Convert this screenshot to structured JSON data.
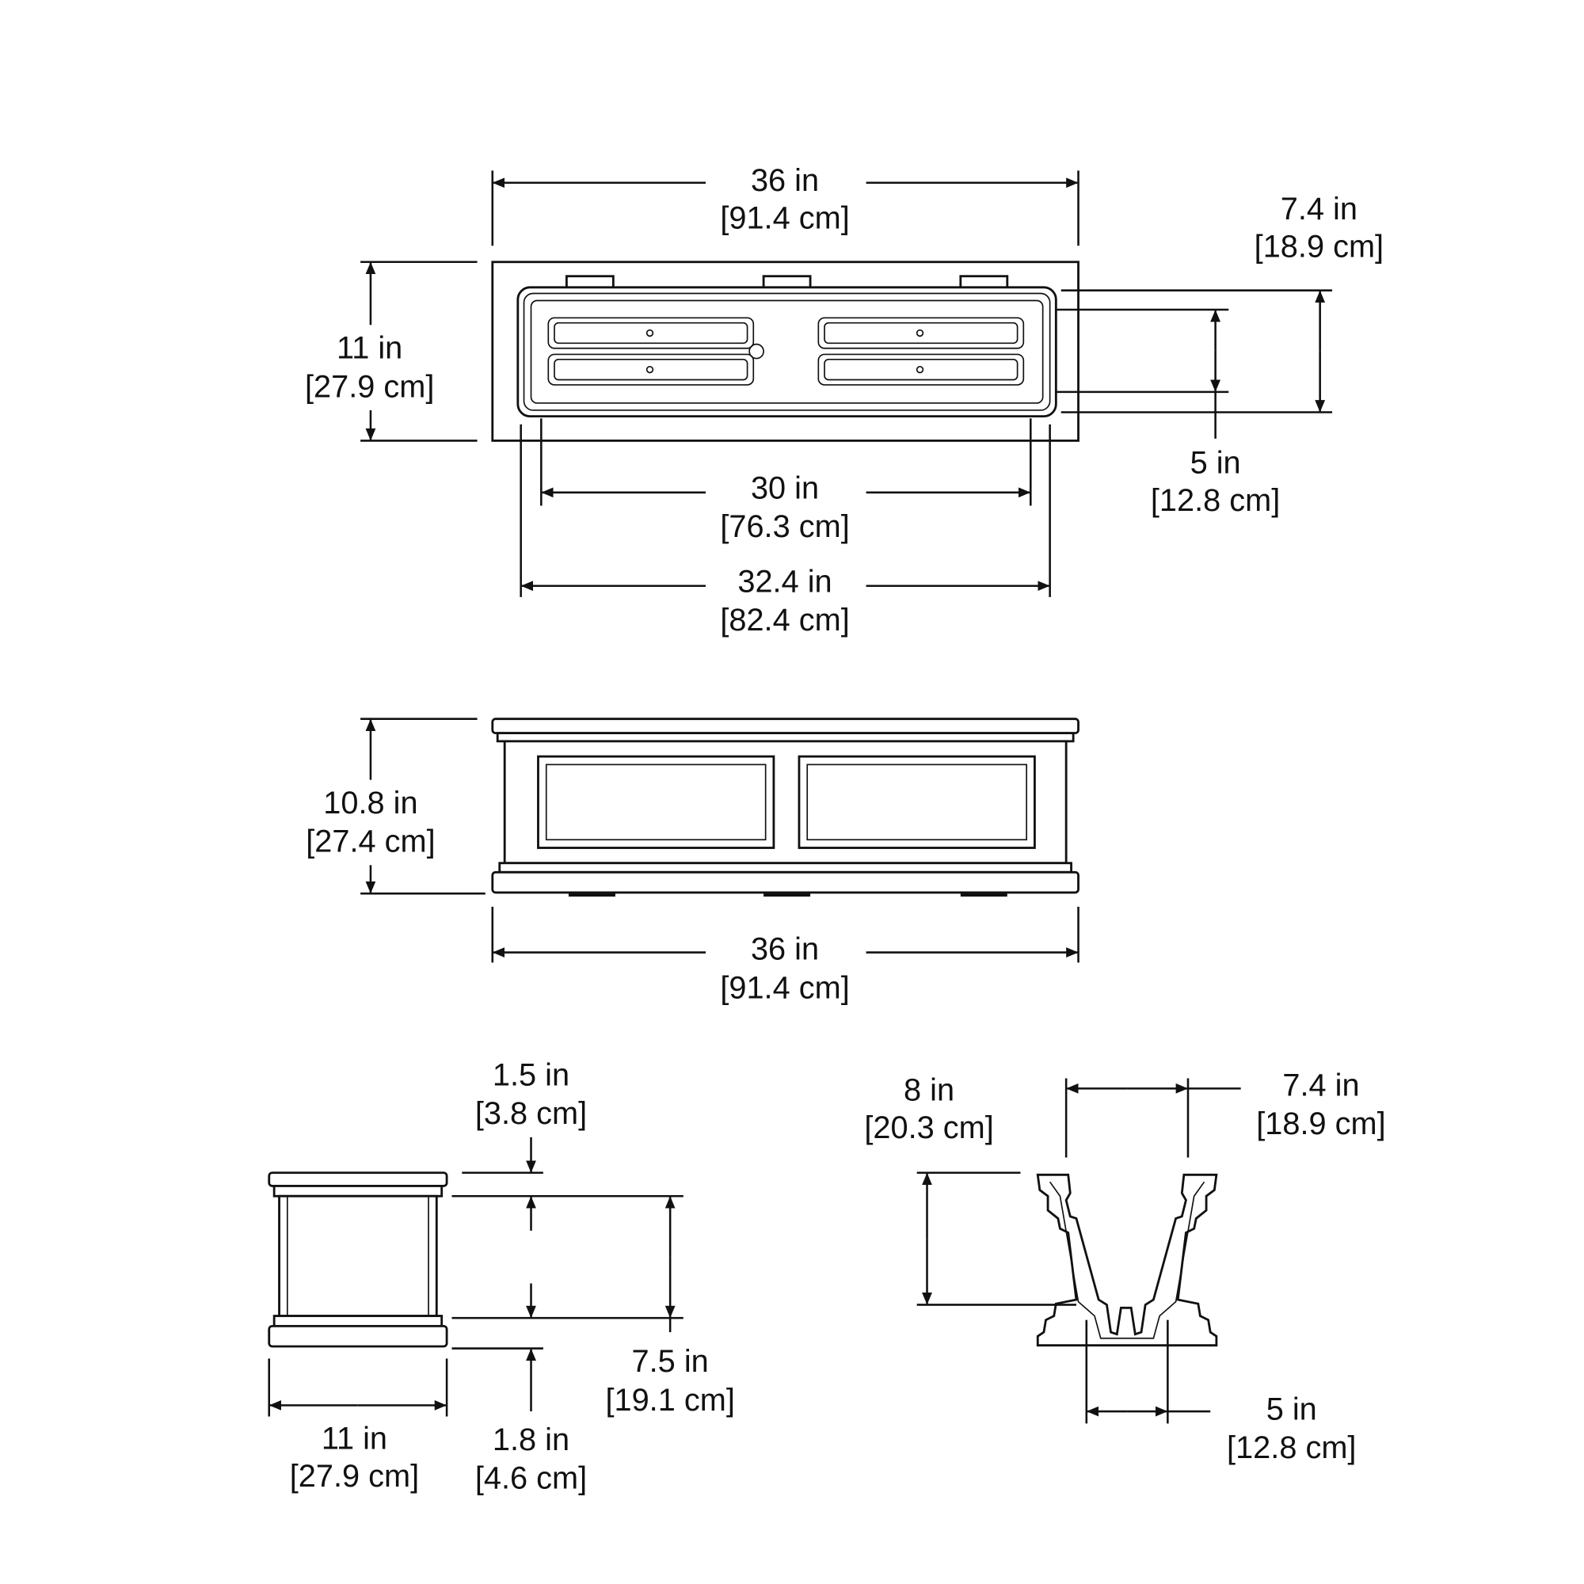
{
  "top_view": {
    "overall_length": {
      "in": "36 in",
      "cm": "[91.4 cm]"
    },
    "overall_width": {
      "in": "11 in",
      "cm": "[27.9 cm]"
    },
    "inner_top_width": {
      "in": "7.4 in",
      "cm": "[18.9 cm]"
    },
    "inner_bottom_width": {
      "in": "5 in",
      "cm": "[12.8 cm]"
    },
    "inner_bottom_length": {
      "in": "30 in",
      "cm": "[76.3 cm]"
    },
    "inner_top_length": {
      "in": "32.4 in",
      "cm": "[82.4 cm]"
    }
  },
  "front_view": {
    "height": {
      "in": "10.8 in",
      "cm": "[27.4 cm]"
    },
    "length": {
      "in": "36 in",
      "cm": "[91.4 cm]"
    }
  },
  "side_view": {
    "cap_height": {
      "in": "1.5 in",
      "cm": "[3.8 cm]"
    },
    "body_height": {
      "in": "7.5 in",
      "cm": "[19.1 cm]"
    },
    "base_height": {
      "in": "1.8 in",
      "cm": "[4.6 cm]"
    },
    "width": {
      "in": "11 in",
      "cm": "[27.9 cm]"
    }
  },
  "section_view": {
    "depth": {
      "in": "8 in",
      "cm": "[20.3 cm]"
    },
    "top_width": {
      "in": "7.4 in",
      "cm": "[18.9 cm]"
    },
    "bottom_width": {
      "in": "5 in",
      "cm": "[12.8 cm]"
    }
  }
}
